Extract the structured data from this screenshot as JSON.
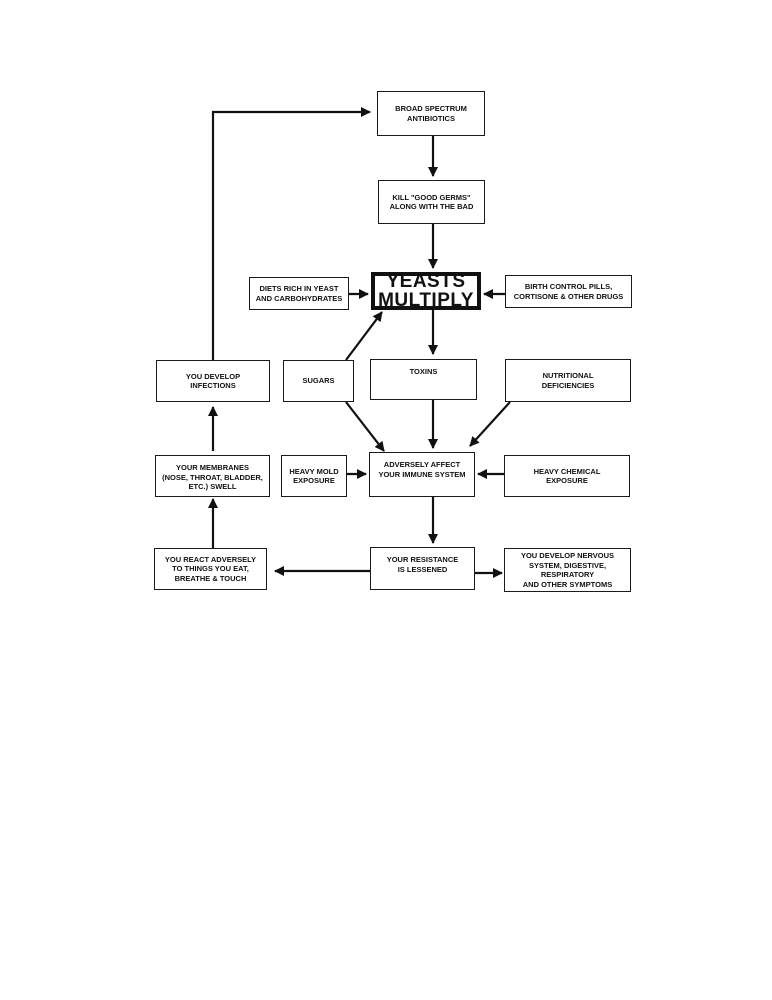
{
  "diagram": {
    "nodes": {
      "antibiotics": "BROAD SPECTRUM\nANTIBIOTICS",
      "kill_germs": "KILL \"GOOD GERMS\"\nALONG WITH THE BAD",
      "diets": "DIETS RICH IN YEAST\nAND CARBOHYDRATES",
      "yeasts": "YEASTS\nMULTIPLY",
      "birth_control": "BIRTH CONTROL PILLS,\nCORTISONE & OTHER DRUGS",
      "infections": "YOU DEVELOP\nINFECTIONS",
      "sugars": "SUGARS",
      "toxins": "TOXINS",
      "nutritional": "NUTRITIONAL\nDEFICIENCIES",
      "membranes": "YOUR MEMBRANES\n(NOSE, THROAT, BLADDER,\nETC.) SWELL",
      "mold": "HEAVY MOLD\nEXPOSURE",
      "immune": "ADVERSELY AFFECT\nYOUR IMMUNE SYSTEM",
      "chemical": "HEAVY CHEMICAL\nEXPOSURE",
      "react": "YOU REACT ADVERSELY\nTO THINGS YOU EAT,\nBREATHE & TOUCH",
      "resistance": "YOUR RESISTANCE\nIS LESSENED",
      "symptoms": "YOU DEVELOP NERVOUS\nSYSTEM, DIGESTIVE,\nRESPIRATORY\nAND OTHER SYMPTOMS"
    },
    "edges": [
      {
        "from": "antibiotics",
        "to": "kill_germs"
      },
      {
        "from": "kill_germs",
        "to": "yeasts"
      },
      {
        "from": "diets",
        "to": "yeasts"
      },
      {
        "from": "birth_control",
        "to": "yeasts"
      },
      {
        "from": "sugars",
        "to": "yeasts"
      },
      {
        "from": "yeasts",
        "to": "toxins"
      },
      {
        "from": "sugars",
        "to": "immune"
      },
      {
        "from": "toxins",
        "to": "immune"
      },
      {
        "from": "nutritional",
        "to": "immune"
      },
      {
        "from": "mold",
        "to": "immune"
      },
      {
        "from": "chemical",
        "to": "immune"
      },
      {
        "from": "immune",
        "to": "resistance"
      },
      {
        "from": "resistance",
        "to": "react"
      },
      {
        "from": "resistance",
        "to": "symptoms"
      },
      {
        "from": "react",
        "to": "membranes"
      },
      {
        "from": "membranes",
        "to": "infections"
      },
      {
        "from": "infections",
        "to": "antibiotics"
      }
    ]
  }
}
